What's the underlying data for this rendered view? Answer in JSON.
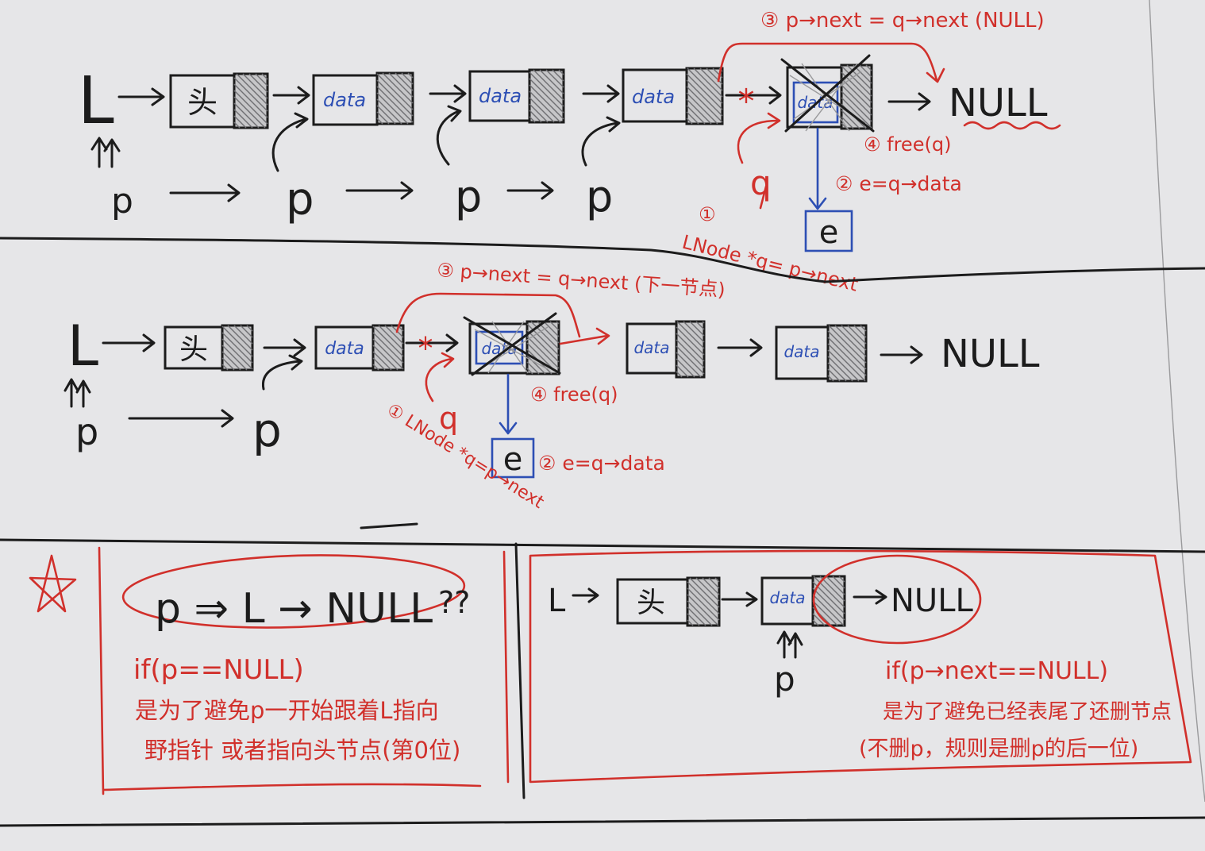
{
  "section1": {
    "list_head": "L",
    "head_node": "头",
    "nodes": [
      "data",
      "data",
      "data",
      "data"
    ],
    "null": "NULL",
    "pointer": "p",
    "break_mark": "*",
    "q_label": "q",
    "e_label": "e",
    "step1_number": "①",
    "step1": "LNode *q= p→next",
    "step2": "② e=q→data",
    "step3": "③ p→next = q→next (NULL)",
    "step4": "④ free(q)"
  },
  "section2": {
    "list_head": "L",
    "head_node": "头",
    "nodes": [
      "data",
      "data",
      "data",
      "data"
    ],
    "null": "NULL",
    "pointer": "p",
    "break_mark": "*",
    "q_label": "q",
    "e_label": "e",
    "step1": "① LNode *q=p→next",
    "step2": "② e=q→data",
    "step3": "③ p→next = q→next (下一节点)",
    "step4": "④ free(q)"
  },
  "section3": {
    "icons": [
      "star-icon"
    ],
    "left": {
      "expression": "p ⇒ L → NULL",
      "question": "??",
      "condition": "if(p==NULL)",
      "note_line1": "是为了避免p一开始跟着L指向",
      "note_line2": "野指针 或者指向头节点(第0位)"
    },
    "right": {
      "list_head": "L",
      "head_node": "头",
      "node": "data",
      "null": "NULL",
      "pointer": "p",
      "condition": "if(p→next==NULL)",
      "note_line1": "是为了避免已经表尾了还删节点",
      "note_line2": "(不删p，规则是删p的后一位)"
    }
  },
  "colors": {
    "ink": "#1c1c1c",
    "red": "#d1302b",
    "blue": "#2d4fb4",
    "paper": "#e6e6e8"
  }
}
